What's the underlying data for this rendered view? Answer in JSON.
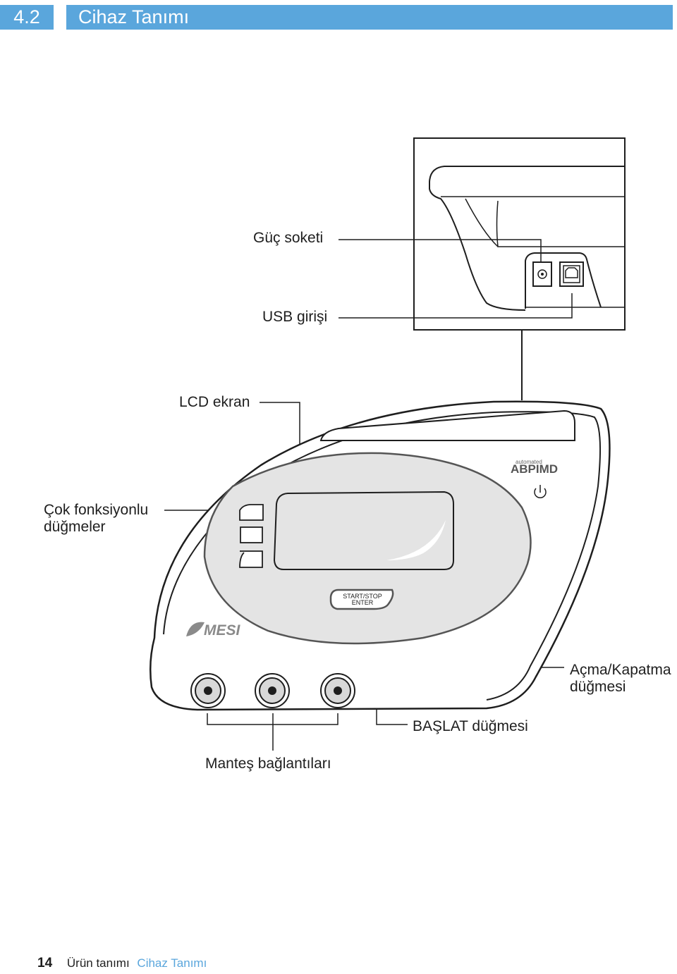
{
  "header": {
    "section_number": "4.2",
    "section_title": "Cihaz Tanımı"
  },
  "labels": {
    "power_socket": "Güç soketi",
    "usb_port": "USB girişi",
    "lcd_screen": "LCD ekran",
    "multi_buttons_line1": "Çok fonksiyonlu",
    "multi_buttons_line2": "düğmeler",
    "power_button_line1": "Açma/Kapatma",
    "power_button_line2": "düğmesi",
    "start_button": "BAŞLAT düğmesi",
    "cuff_connectors": "Manteş bağlantıları"
  },
  "device": {
    "start_key_line1": "START/STOP",
    "start_key_line2": "ENTER",
    "product_small": "automated",
    "product_brand": "ABPIMD",
    "logo": "MESI"
  },
  "footer": {
    "page_number": "14",
    "chapter": "Ürün tanımı",
    "section": "Cihaz Tanımı"
  },
  "colors": {
    "accent": "#5aa6dc",
    "panel": "#e4e4e4",
    "line": "#1e1e1e"
  }
}
